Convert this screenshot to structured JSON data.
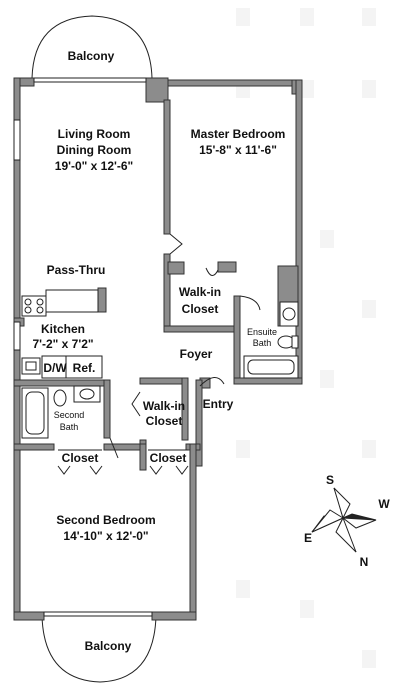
{
  "rooms": {
    "balcony_top": "Balcony",
    "living_room": "Living Room",
    "dining_room": "Dining Room",
    "living_dims": "19'-0\" x 12'-6\"",
    "master_bedroom": "Master Bedroom",
    "master_dims": "15'-8\" x 11'-6\"",
    "pass_thru": "Pass-Thru",
    "walk_in_master": "Walk-in",
    "walk_in_master_2": "Closet",
    "ensuite": "Ensuite",
    "ensuite_bath": "Bath",
    "kitchen": "Kitchen",
    "kitchen_dims": "7'-2\" x 7'2\"",
    "dw": "D/W",
    "ref": "Ref.",
    "foyer": "Foyer",
    "entry": "Entry",
    "second": "Second",
    "second_bath": "Bath",
    "walk_in_2": "Walk-in",
    "walk_in_2b": "Closet",
    "closet_left": "Closet",
    "closet_right": "Closet",
    "second_bedroom": "Second Bedroom",
    "second_dims": "14'-10\" x 12'-0\"",
    "balcony_bottom": "Balcony"
  },
  "compass": {
    "n": "N",
    "s": "S",
    "e": "E",
    "w": "W"
  },
  "colors": {
    "wall": "#8c8c8c",
    "outline": "#222222",
    "watermark": "#f4f4f4"
  }
}
